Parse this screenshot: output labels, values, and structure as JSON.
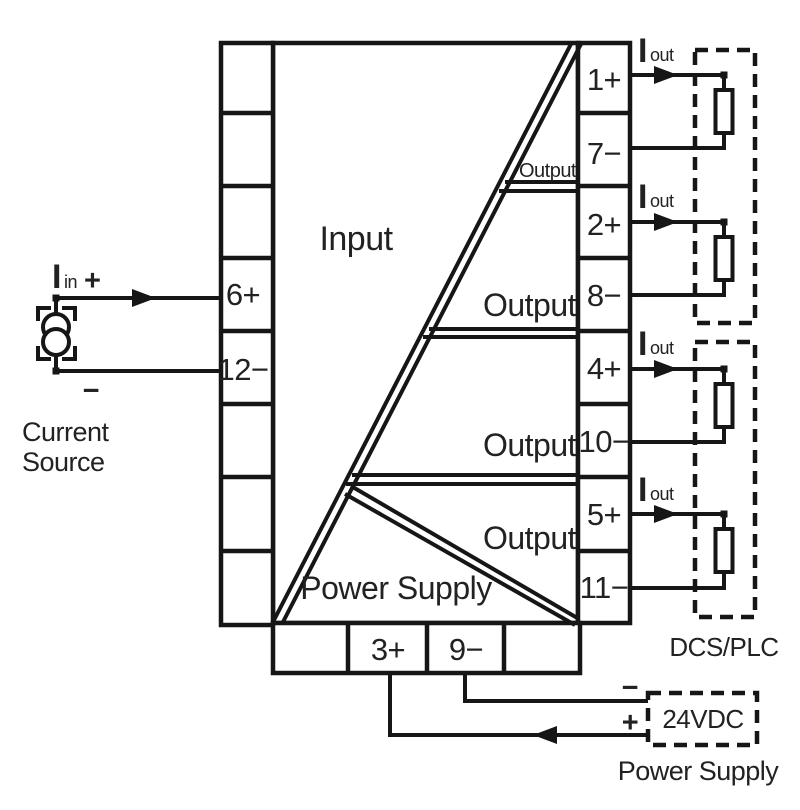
{
  "device": {
    "input_label": "Input",
    "power_supply_label": "Power Supply",
    "section_labels": {
      "output_small": "Output",
      "output_2": "Output",
      "output_3": "Output",
      "output_4": "Output"
    },
    "left_terminals": [
      "",
      "",
      "",
      "6+",
      "12−",
      "",
      "",
      ""
    ],
    "right_terminals": [
      "1+",
      "7−",
      "2+",
      "8−",
      "4+",
      "10−",
      "5+",
      "11−"
    ],
    "bottom_terminals": [
      "",
      "3+",
      "9−",
      ""
    ]
  },
  "input_circuit": {
    "current_symbol": "I",
    "current_subscript": "in",
    "plus_sign": "+",
    "minus_sign": "−",
    "source_label_line1": "Current",
    "source_label_line2": "Source"
  },
  "output_circuit": {
    "current_symbol": "I",
    "current_subscript": "out",
    "load_label": "DCS/PLC"
  },
  "power_circuit": {
    "minus_sign": "−",
    "plus_sign": "+",
    "voltage": "24VDC",
    "supply_label": "Power Supply"
  },
  "colors": {
    "line": "#161616",
    "text": "#222222",
    "background": "#ffffff"
  }
}
